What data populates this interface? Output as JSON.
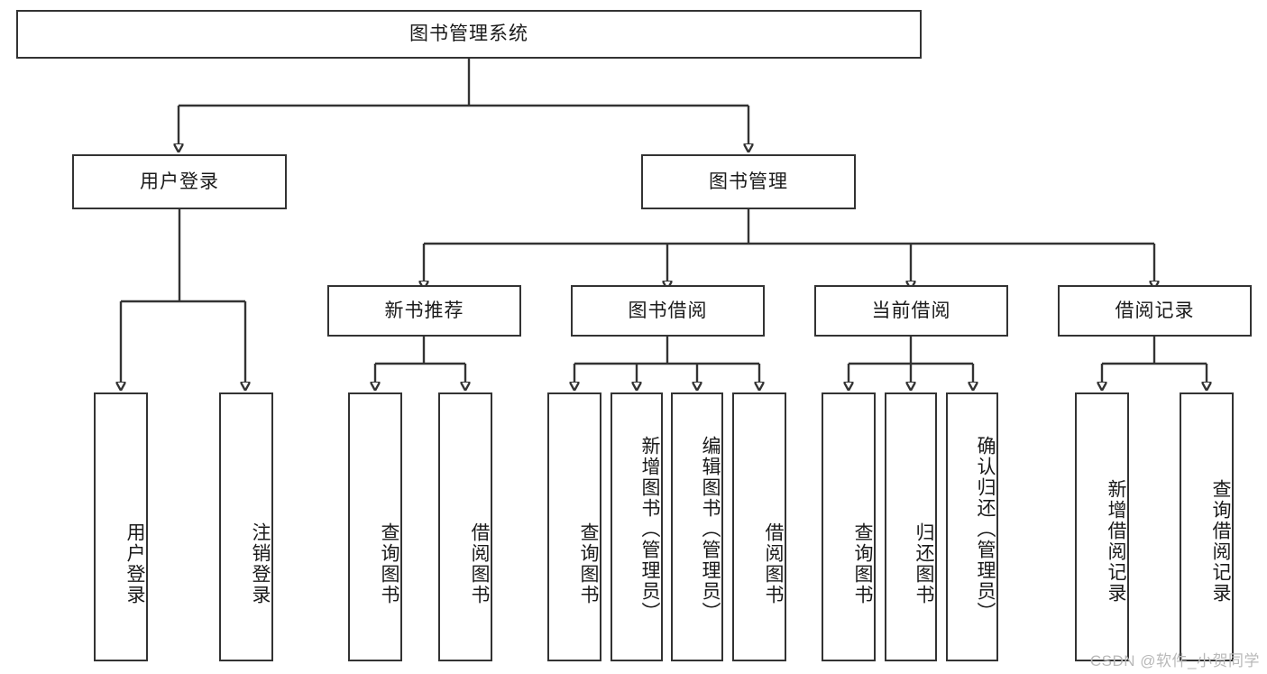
{
  "diagram": {
    "type": "tree-hierarchy",
    "title": "图书管理系统",
    "watermark": "CSDN @软件_小贺同学",
    "colors": {
      "stroke": "#333333",
      "fill": "#ffffff",
      "text": "#1a1a1a",
      "watermark": "#b9b9b9"
    },
    "levels": [
      {
        "level": 1,
        "nodes": [
          {
            "id": "root",
            "label": "图书管理系统",
            "orientation": "horizontal"
          }
        ]
      },
      {
        "level": 2,
        "nodes": [
          {
            "id": "login",
            "label": "用户登录",
            "orientation": "horizontal",
            "parent": "root"
          },
          {
            "id": "bookmgmt",
            "label": "图书管理",
            "orientation": "horizontal",
            "parent": "root"
          }
        ]
      },
      {
        "level": 3,
        "nodes": [
          {
            "id": "newbook",
            "label": "新书推荐",
            "orientation": "horizontal",
            "parent": "bookmgmt"
          },
          {
            "id": "borrow",
            "label": "图书借阅",
            "orientation": "horizontal",
            "parent": "bookmgmt"
          },
          {
            "id": "current",
            "label": "当前借阅",
            "orientation": "horizontal",
            "parent": "bookmgmt"
          },
          {
            "id": "record",
            "label": "借阅记录",
            "orientation": "horizontal",
            "parent": "bookmgmt"
          }
        ]
      },
      {
        "level": 4,
        "nodes": [
          {
            "id": "leaf1",
            "label": "用户登录",
            "orientation": "vertical",
            "parent": "login"
          },
          {
            "id": "leaf2",
            "label": "注销登录",
            "orientation": "vertical",
            "parent": "login"
          },
          {
            "id": "leaf3",
            "label": "查询图书",
            "orientation": "vertical",
            "parent": "newbook"
          },
          {
            "id": "leaf4",
            "label": "借阅图书",
            "orientation": "vertical",
            "parent": "newbook"
          },
          {
            "id": "leaf5",
            "label": "查询图书",
            "orientation": "vertical",
            "parent": "borrow"
          },
          {
            "id": "leaf6",
            "label": "新增图书（管理员）",
            "orientation": "vertical",
            "parent": "borrow"
          },
          {
            "id": "leaf7",
            "label": "编辑图书（管理员）",
            "orientation": "vertical",
            "parent": "borrow"
          },
          {
            "id": "leaf8",
            "label": "借阅图书",
            "orientation": "vertical",
            "parent": "borrow"
          },
          {
            "id": "leaf9",
            "label": "查询图书",
            "orientation": "vertical",
            "parent": "current"
          },
          {
            "id": "leaf10",
            "label": "归还图书",
            "orientation": "vertical",
            "parent": "current"
          },
          {
            "id": "leaf11",
            "label": "确认归还（管理员）",
            "orientation": "vertical",
            "parent": "current"
          },
          {
            "id": "leaf12",
            "label": "新增借阅记录",
            "orientation": "vertical",
            "parent": "record"
          },
          {
            "id": "leaf13",
            "label": "查询借阅记录",
            "orientation": "vertical",
            "parent": "record"
          }
        ]
      }
    ]
  }
}
